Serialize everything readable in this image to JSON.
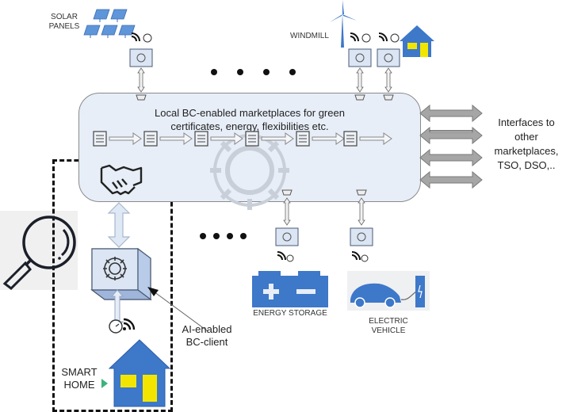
{
  "diagram": {
    "marketplace": {
      "title_line1": "Local BC-enabled marketplaces for green",
      "title_line2": "certificates, energy, flexibilities etc.",
      "chain_blocks": 6,
      "icon": "gear-icon"
    },
    "interfaces": {
      "label_line1": "Interfaces to",
      "label_line2": "other",
      "label_line3": "marketplaces,",
      "label_line4": "TSO, DSO,..",
      "arrow_count": 4
    },
    "top_nodes": [
      {
        "label_line1": "SOLAR",
        "label_line2": "PANELS",
        "icon": "solar-panel-icon"
      },
      {
        "label_line1": "WINDMILL",
        "label_line2": "",
        "icon": "wind-turbine-icon"
      },
      {
        "label_line1": "",
        "label_line2": "",
        "icon": "house-icon"
      }
    ],
    "bottom_nodes": [
      {
        "label": "ENERGY STORAGE",
        "icon": "battery-icon"
      },
      {
        "label_line1": "ELECTRIC",
        "label_line2": "VEHICLE",
        "icon": "electric-car-icon"
      }
    ],
    "smart_home": {
      "label_line1": "SMART",
      "label_line2": "HOME",
      "client_label_line1": "AI-enabled",
      "client_label_line2": "BC-client"
    },
    "ellipsis_top": "• • • •",
    "ellipsis_bottom": "• • • •",
    "colors": {
      "marketplace_fill": "#e7eef8",
      "device_blue": "#3d78c9",
      "window_yellow": "#f2e600",
      "node_box": "#dbe5f3"
    }
  }
}
